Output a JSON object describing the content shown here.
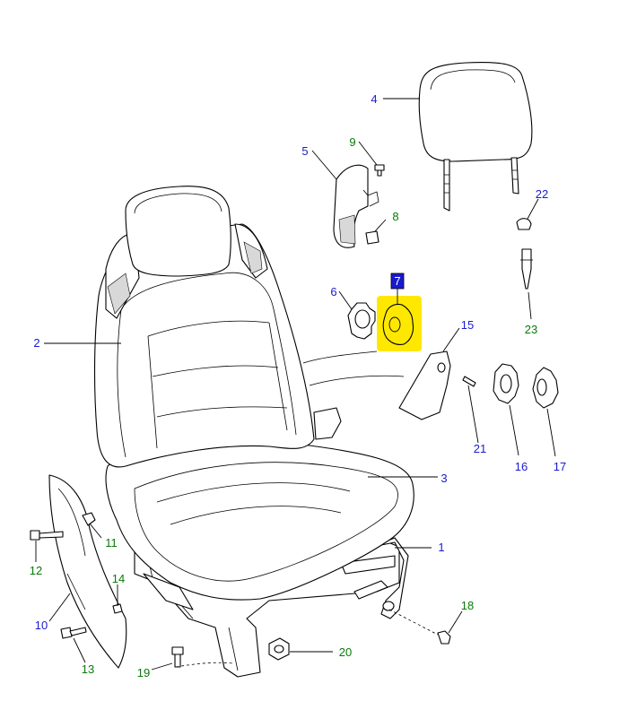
{
  "labels": {
    "p1": "1",
    "p2": "2",
    "p3": "3",
    "p4": "4",
    "p5": "5",
    "p6": "6",
    "p7": "7",
    "p8": "8",
    "p9": "9",
    "p10": "10",
    "p11": "11",
    "p12": "12",
    "p13": "13",
    "p14": "14",
    "p15": "15",
    "p16": "16",
    "p17": "17",
    "p18": "18",
    "p19": "19",
    "p20": "20",
    "p21": "21",
    "p22": "22",
    "p23": "23"
  },
  "colors": {
    "label_blue": "#1a1ad0",
    "label_green": "#0a7a0a",
    "highlight": "#ffe800",
    "selected_box": "#1a1ad0"
  },
  "selected_part": "7"
}
